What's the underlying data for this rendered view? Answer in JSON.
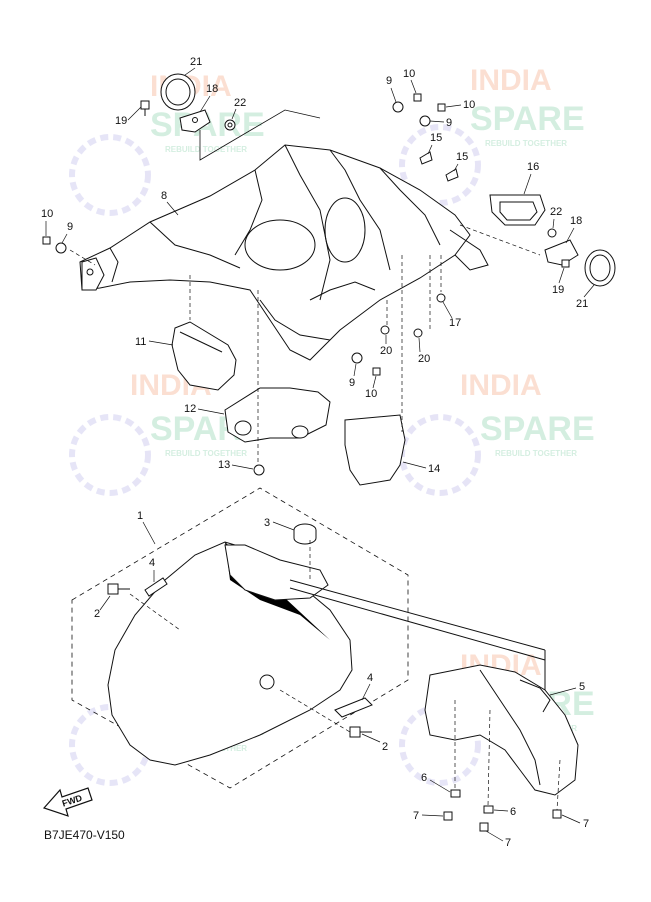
{
  "diagram": {
    "code": "B7JE470-V150",
    "fwd_label": "FWD",
    "watermark": {
      "line1": "INDIA",
      "line2": "SPARE",
      "tagline": "REBUILD TOGETHER"
    },
    "callouts": [
      "1",
      "2",
      "2",
      "3",
      "4",
      "4",
      "5",
      "6",
      "6",
      "7",
      "7",
      "7",
      "8",
      "9",
      "9",
      "9",
      "9",
      "10",
      "10",
      "10",
      "10",
      "11",
      "12",
      "13",
      "14",
      "15",
      "15",
      "16",
      "17",
      "18",
      "18",
      "19",
      "19",
      "20",
      "20",
      "21",
      "21",
      "22",
      "22"
    ]
  }
}
